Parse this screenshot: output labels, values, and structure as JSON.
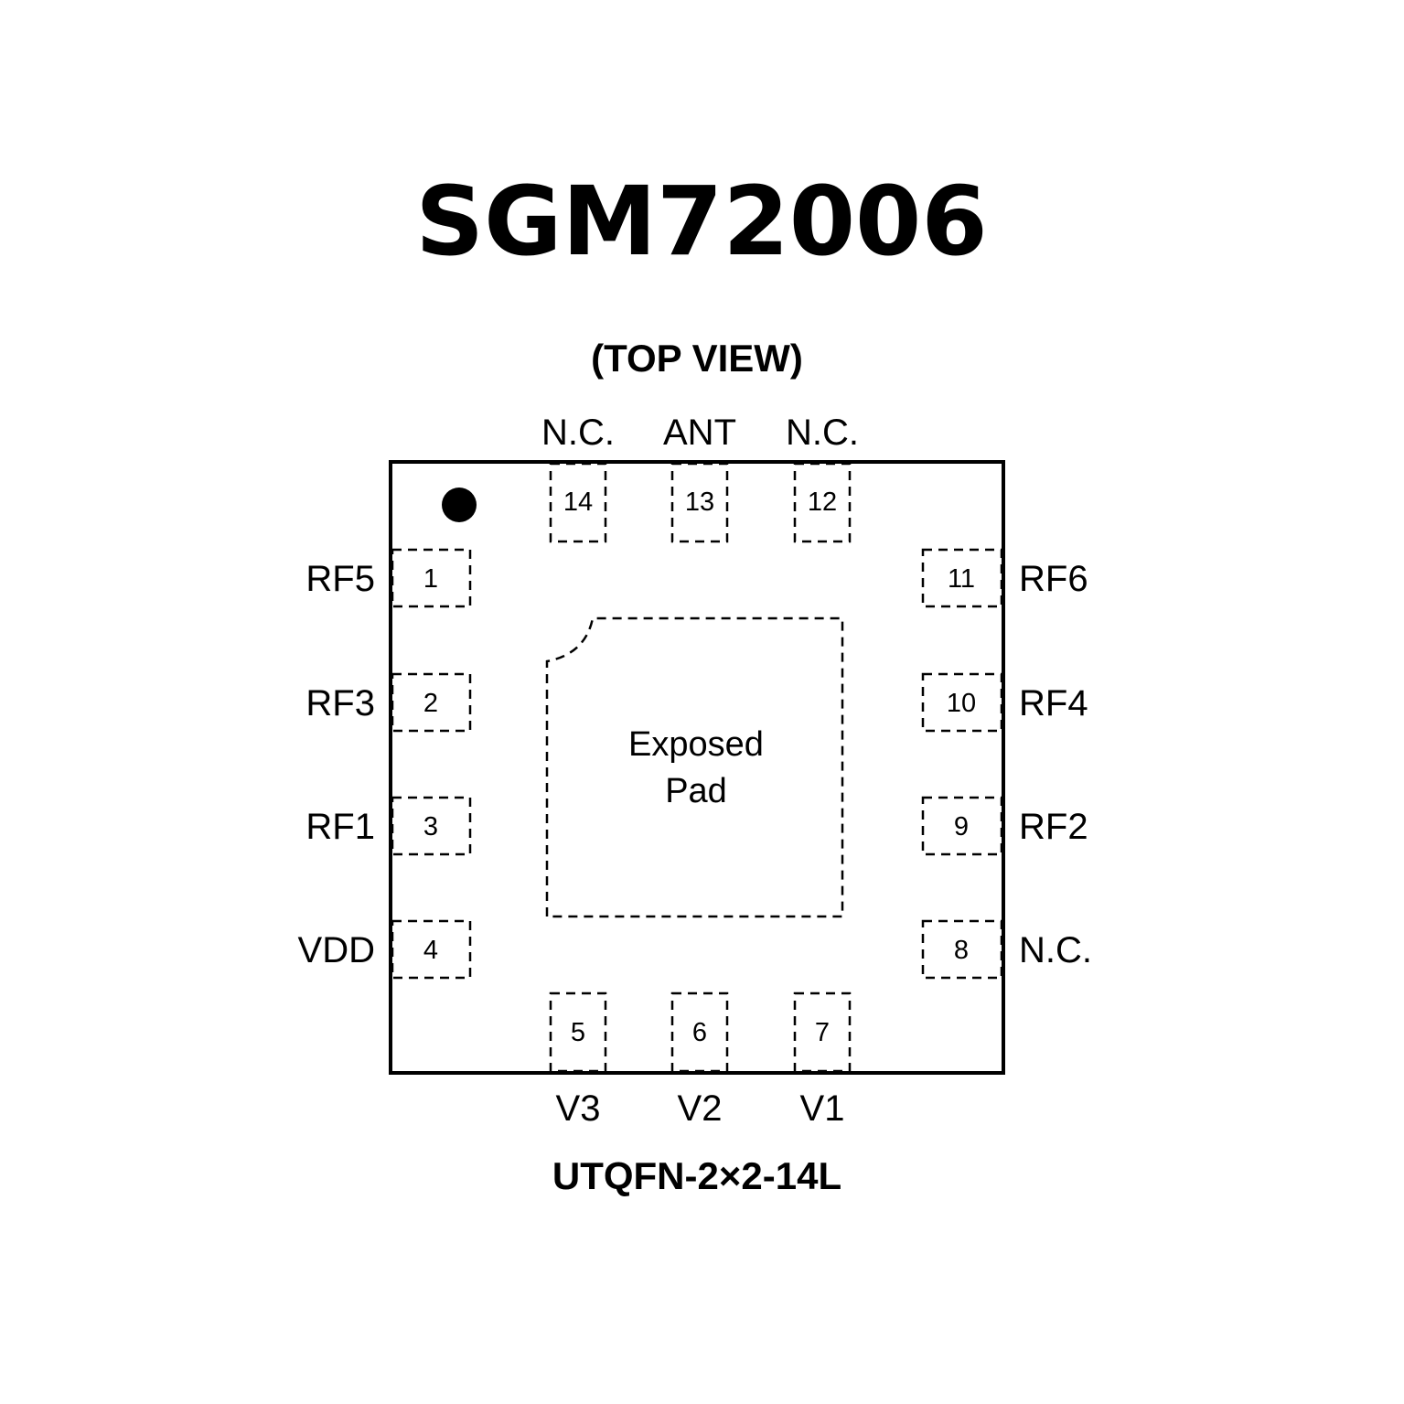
{
  "title": "SGM72006",
  "view_label": "(TOP VIEW)",
  "package_label": "UTQFN-2×2-14L",
  "exposed_pad": {
    "line1": "Exposed",
    "line2": "Pad"
  },
  "pin1_marker": "pin-1-indicator-dot",
  "pins": [
    {
      "number": "1",
      "name": "RF5",
      "side": "left"
    },
    {
      "number": "2",
      "name": "RF3",
      "side": "left"
    },
    {
      "number": "3",
      "name": "RF1",
      "side": "left"
    },
    {
      "number": "4",
      "name": "VDD",
      "side": "left"
    },
    {
      "number": "5",
      "name": "V3",
      "side": "bottom"
    },
    {
      "number": "6",
      "name": "V2",
      "side": "bottom"
    },
    {
      "number": "7",
      "name": "V1",
      "side": "bottom"
    },
    {
      "number": "8",
      "name": "N.C.",
      "side": "right"
    },
    {
      "number": "9",
      "name": "RF2",
      "side": "right"
    },
    {
      "number": "10",
      "name": "RF4",
      "side": "right"
    },
    {
      "number": "11",
      "name": "RF6",
      "side": "right"
    },
    {
      "number": "12",
      "name": "N.C.",
      "side": "top"
    },
    {
      "number": "13",
      "name": "ANT",
      "side": "top"
    },
    {
      "number": "14",
      "name": "N.C.",
      "side": "top"
    }
  ]
}
